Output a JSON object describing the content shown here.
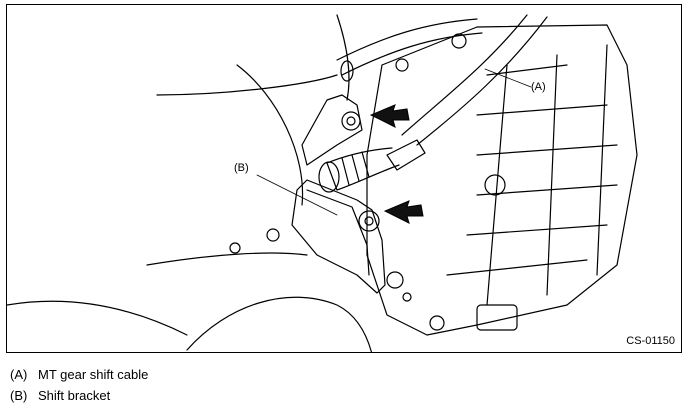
{
  "figure": {
    "code": "CS-01150",
    "callouts": [
      {
        "id": "A",
        "text": "(A)"
      },
      {
        "id": "B",
        "text": "(B)"
      }
    ]
  },
  "legend": [
    {
      "key": "(A)",
      "label": "MT gear shift cable"
    },
    {
      "key": "(B)",
      "label": "Shift bracket"
    }
  ],
  "colors": {
    "line": "#000000",
    "fill": "#ffffff",
    "arrow": "#111111"
  },
  "icons": {
    "arrows": "arrow-pointer-icon"
  }
}
